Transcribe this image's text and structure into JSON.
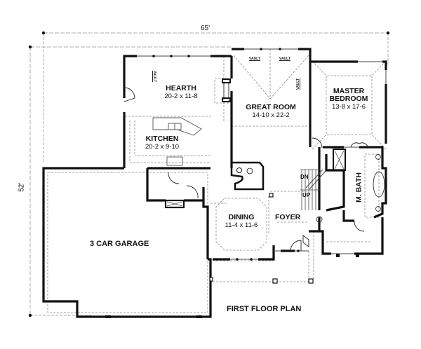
{
  "title": "FIRST FLOOR PLAN",
  "overall_dimensions": {
    "width": "65'",
    "depth": "52'"
  },
  "rooms": [
    {
      "name": "HEARTH",
      "size": "20-2 x 11-8"
    },
    {
      "name": "GREAT ROOM",
      "size": "14-10 x 22-2"
    },
    {
      "name": "MASTER BEDROOM",
      "line1": "MASTER",
      "line2": "BEDROOM",
      "size": "13-8 x 17-6"
    },
    {
      "name": "KITCHEN",
      "size": "20-2 x 9-10"
    },
    {
      "name": "DINING",
      "size": "11-4 x 11-6"
    },
    {
      "name": "FOYER"
    },
    {
      "name": "M. BATH"
    },
    {
      "name": "3 CAR GARAGE"
    }
  ],
  "annotations": {
    "vault": "VAULT",
    "stairs_down": "DN",
    "stairs_up": "UP"
  },
  "colors": {
    "wall": "#111111",
    "dashed": "#888888",
    "background": "#ffffff"
  }
}
